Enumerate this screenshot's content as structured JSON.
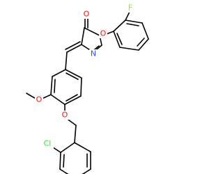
{
  "molecule": {
    "atoms": {
      "o_carbonyl": {
        "symbol": "O",
        "color": "#ff0d0d"
      },
      "o_ring": {
        "symbol": "O",
        "color": "#ff0d0d"
      },
      "n_ring": {
        "symbol": "N",
        "color": "#3050f8"
      },
      "fluorine": {
        "symbol": "F",
        "color": "#90e050"
      },
      "o_methoxy": {
        "symbol": "O",
        "color": "#ff0d0d"
      },
      "o_ether": {
        "symbol": "O",
        "color": "#ff0d0d"
      },
      "chlorine": {
        "symbol": "Cl",
        "color": "#1ff01f"
      }
    }
  }
}
